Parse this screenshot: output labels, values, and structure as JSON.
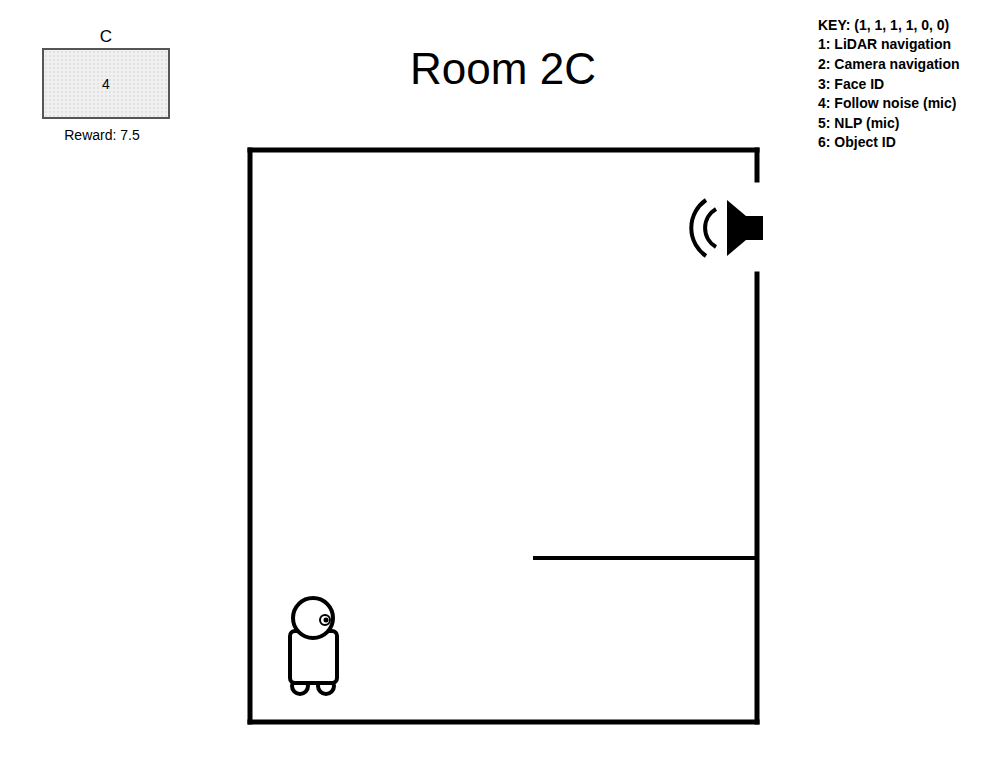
{
  "diagram": {
    "title": "Room 2C",
    "nodes": [
      {
        "text": [
          "C",
          "4"
        ]
      }
    ],
    "labels": [
      "Reward: 7.5",
      "KEY: (1, 1, 1, 1, 0, 0)",
      "1: LiDAR navigation",
      "2: Camera navigation",
      "3: Face ID",
      "4: Follow noise (mic)",
      "5: NLP (mic)",
      "6: Object ID"
    ]
  }
}
